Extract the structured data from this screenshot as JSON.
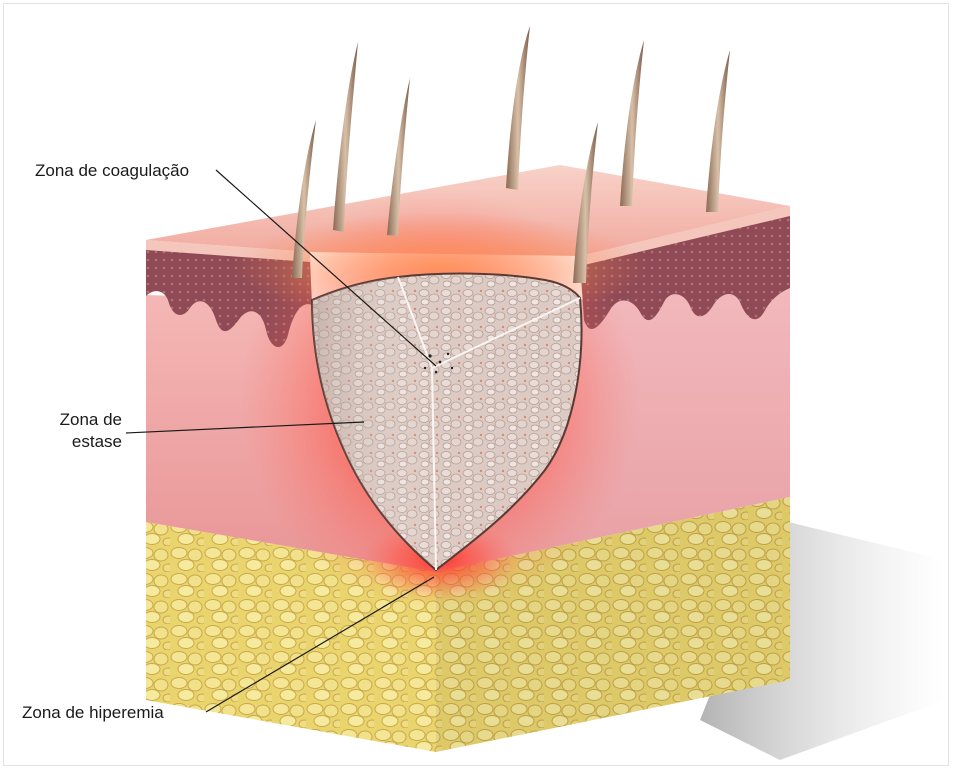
{
  "labels": {
    "coagulation": "Zona de coagulação",
    "stasis_line1": "Zona de",
    "stasis_line2": "estase",
    "hyperemia": "Zona de hiperemia"
  },
  "colors": {
    "epidermis": "#f2b5ad",
    "dermis": "#eda1a1",
    "fat": "#e8d267",
    "necrotic": "#d8c7c0",
    "inflamed": "#ff3b2e"
  }
}
